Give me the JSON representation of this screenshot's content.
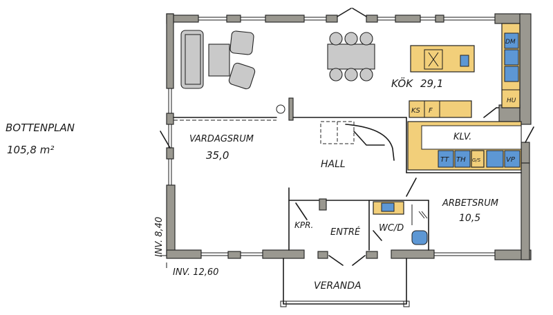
{
  "plan": {
    "title": "BOTTENPLAN",
    "area": "105,8 m²",
    "dim_width": "INV. 12,60",
    "dim_depth": "INV. 8,40"
  },
  "rooms": {
    "living": {
      "name": "VARDAGSRUM",
      "area": "35,0"
    },
    "kitchen": {
      "name": "KÖK",
      "area": "29,1"
    },
    "hall": {
      "name": "HALL"
    },
    "closet": {
      "name": "KLV."
    },
    "study": {
      "name": "ARBETSRUM",
      "area": "10,5"
    },
    "coat": {
      "name": "KPR."
    },
    "entry": {
      "name": "ENTRÉ"
    },
    "wc": {
      "name": "WC/D"
    },
    "veranda": {
      "name": "VERANDA"
    }
  },
  "appliances": {
    "dm": "DM",
    "kf_top": "KS",
    "kf_f": "F",
    "hu": "HU",
    "tt": "TT",
    "th": "TH",
    "gs": "G/S",
    "vp": "VP"
  },
  "colors": {
    "wall": "#9a9890",
    "wood": "#f2cf7a",
    "appliance": "#5d97d4",
    "furniture": "#c9c9c9"
  }
}
